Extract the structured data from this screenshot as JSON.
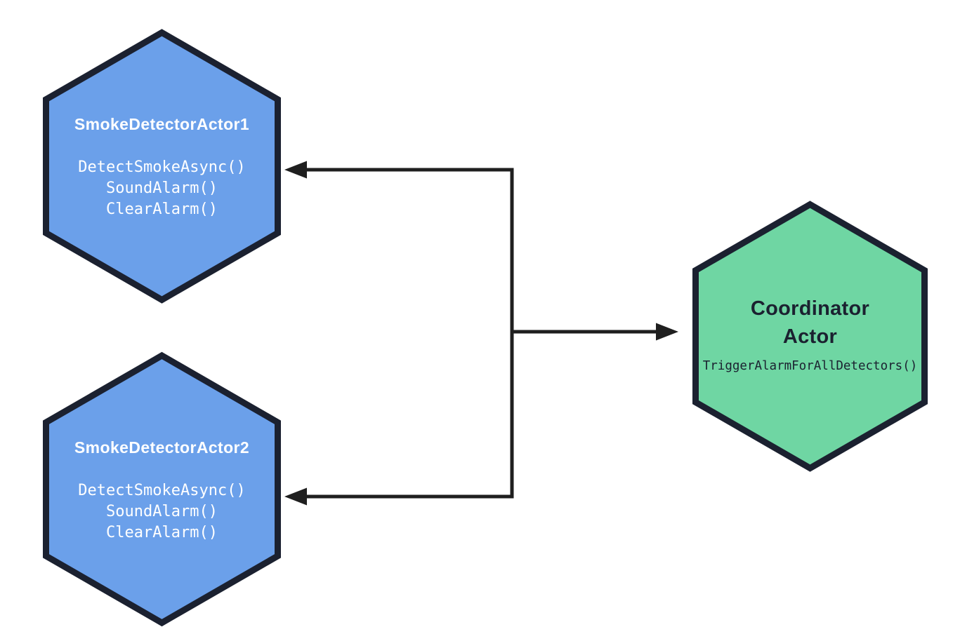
{
  "diagram": {
    "type": "actor-model-diagram",
    "palette": {
      "detector_fill": "#6BA0EA",
      "detector_border": "#1B2130",
      "coordinator_fill": "#6FD6A3",
      "coordinator_border": "#1B2130",
      "arrow_color": "#1F1F1F",
      "detector_text": "#FFFFFF",
      "coordinator_text": "#1B2130",
      "background": "#FFFFFF"
    },
    "actors": [
      {
        "id": "detector1",
        "name": "SmokeDetectorActor1",
        "shape": "hexagon",
        "color_role": "detector",
        "methods": [
          "DetectSmokeAsync()",
          "SoundAlarm()",
          "ClearAlarm()"
        ]
      },
      {
        "id": "detector2",
        "name": "SmokeDetectorActor2",
        "shape": "hexagon",
        "color_role": "detector",
        "methods": [
          "DetectSmokeAsync()",
          "SoundAlarm()",
          "ClearAlarm()"
        ]
      },
      {
        "id": "coordinator",
        "name": "Coordinator Actor",
        "name_lines": [
          "Coordinator",
          "Actor"
        ],
        "shape": "hexagon",
        "color_role": "coordinator",
        "methods": [
          "TriggerAlarmForAllDetectors()"
        ]
      }
    ],
    "connections": [
      {
        "type": "arrow",
        "from": "trunk",
        "points_to": "SmokeDetectorActor1",
        "direction": "left"
      },
      {
        "type": "arrow",
        "from": "trunk",
        "points_to": "SmokeDetectorActor2",
        "direction": "left"
      },
      {
        "type": "arrow",
        "from": "trunk",
        "points_to": "Coordinator Actor",
        "direction": "right"
      }
    ]
  }
}
